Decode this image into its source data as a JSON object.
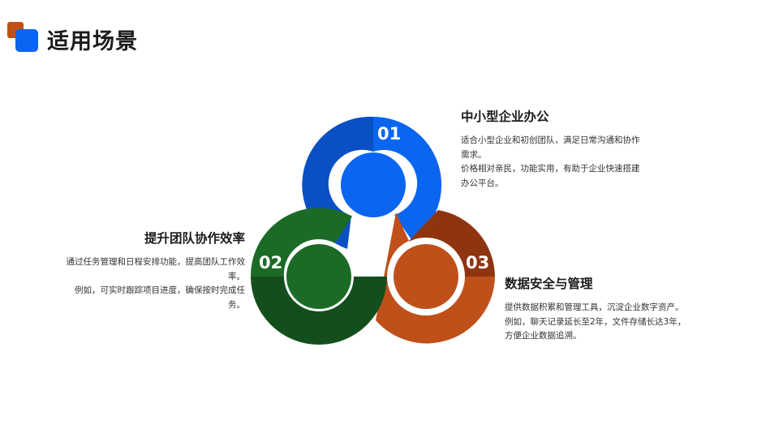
{
  "header": {
    "title": "适用场景"
  },
  "colors": {
    "blue_dark": "#0B4FC4",
    "blue": "#0A66F0",
    "green_dark": "#134F1D",
    "green": "#1B6B26",
    "orange_dark": "#8E3510",
    "orange": "#C0501A"
  },
  "items": [
    {
      "number": "01",
      "title": "中小型企业办公",
      "lines": [
        "适合小型企业和初创团队，满足日常沟通和协作",
        "需求。",
        "价格相对亲民，功能实用，有助于企业快速搭建",
        "办公平台。"
      ]
    },
    {
      "number": "02",
      "title": "提升团队协作效率",
      "lines": [
        "通过任务管理和日程安排功能，提高团队工作效",
        "率。",
        "例如，可实时跟踪项目进度，确保按时完成任",
        "务。"
      ]
    },
    {
      "number": "03",
      "title": "数据安全与管理",
      "lines": [
        "提供数据积累和管理工具，沉淀企业数字资产。",
        "例如，聊天记录延长至2年，文件存储长达3年，",
        "方便企业数据追溯。"
      ]
    }
  ]
}
